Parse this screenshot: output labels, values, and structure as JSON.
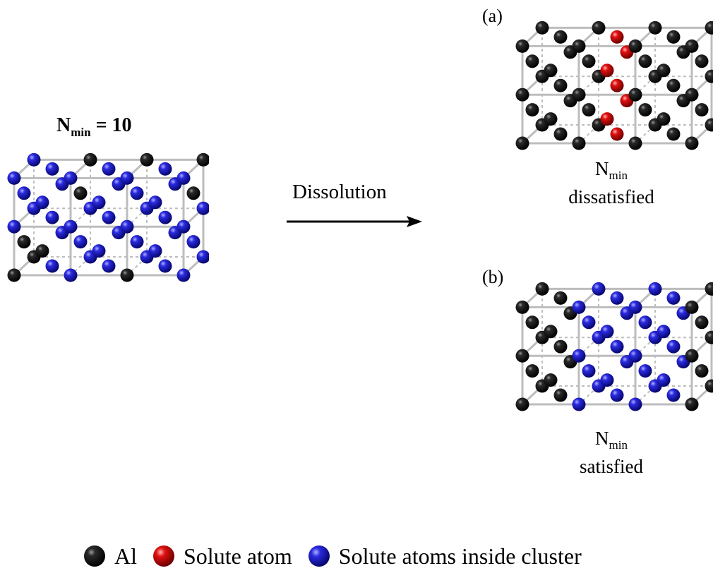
{
  "left_panel": {
    "title_main": "N",
    "title_sub": "min",
    "title_rest": " = 10"
  },
  "process": {
    "arrow_label": "Dissolution"
  },
  "panel_a": {
    "label": "(a)",
    "caption_main": "N",
    "caption_sub": "min",
    "caption_line2": "dissatisfied"
  },
  "panel_b": {
    "label": "(b)",
    "caption_main": "N",
    "caption_sub": "min",
    "caption_line2": "satisfied"
  },
  "legend": [
    {
      "color": "black",
      "label": "Al"
    },
    {
      "color": "red",
      "label": "Solute atom"
    },
    {
      "color": "blue",
      "label": "Solute atoms inside cluster"
    }
  ],
  "colors": {
    "al": "#111111",
    "solute": "#d40000",
    "cluster": "#1f1fd0",
    "frame": "#bdbdbd"
  }
}
